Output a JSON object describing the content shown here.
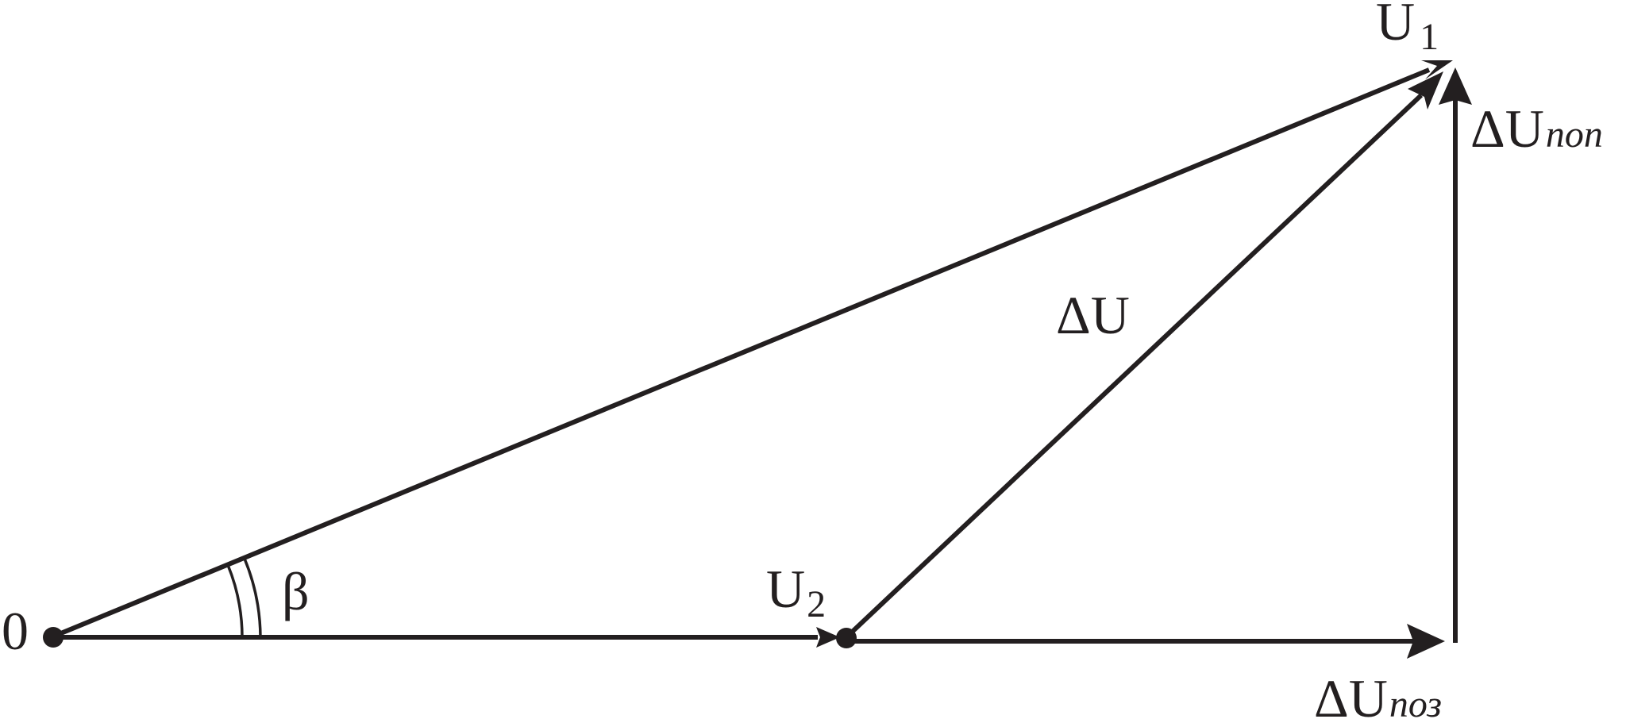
{
  "diagram": {
    "stroke_color": "#231f20",
    "background_color": "#ffffff",
    "labels": {
      "origin": "0",
      "u1_main": "U",
      "u1_sub": "1",
      "u2_main": "U",
      "u2_sub": "2",
      "delta_u": "ΔU",
      "delta_u_pop_main": "ΔU",
      "delta_u_pop_sub": "поп",
      "delta_u_poz_main": "ΔU",
      "delta_u_poz_sub": "поз",
      "angle": "β"
    },
    "vectors": [
      {
        "name": "U1",
        "from": "origin",
        "to": "U1 end"
      },
      {
        "name": "U2",
        "from": "origin",
        "to": "U2 end"
      },
      {
        "name": "ΔU",
        "from": "U2 end",
        "to": "U1 end"
      },
      {
        "name": "ΔUпоз",
        "from": "U2 end",
        "to": "right corner"
      },
      {
        "name": "ΔUпоп",
        "from": "right corner",
        "to": "U1 end"
      }
    ]
  }
}
